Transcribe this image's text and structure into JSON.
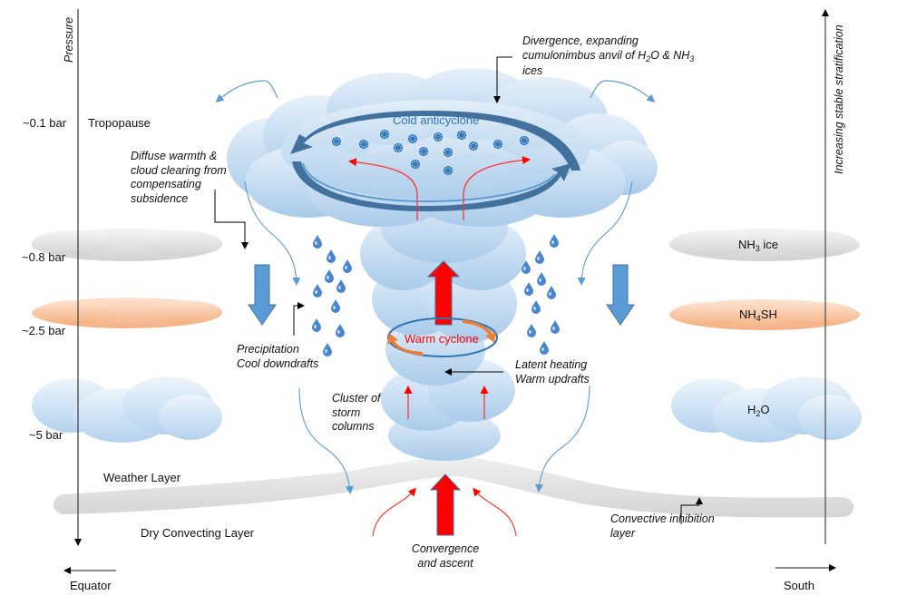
{
  "diagram": {
    "title": "Moist convection storm structure",
    "axes": {
      "left_axis_label": "Pressure",
      "right_axis_label": "Increasing stable stratification",
      "bottom_left_direction": "Equator",
      "bottom_right_direction": "South"
    },
    "pressure_levels": [
      {
        "label": "~0.1 bar",
        "name": "Tropopause"
      },
      {
        "label": "~0.8 bar"
      },
      {
        "label": "~2.5 bar"
      },
      {
        "label": "~5 bar"
      }
    ],
    "cloud_layers": [
      {
        "name": "NH3 ice",
        "text_main": "NH",
        "text_sub": "3",
        "text_tail": " ice",
        "color": "#d9d9d9"
      },
      {
        "name": "NH4SH",
        "text_main": "NH",
        "text_sub": "4",
        "text_tail": "SH",
        "color": "#f7b98f"
      },
      {
        "name": "H2O",
        "text_main": "H",
        "text_sub": "2",
        "text_tail": "O",
        "color": "#b6d3ee"
      }
    ],
    "layers": {
      "weather": "Weather Layer",
      "dry": "Dry Convecting Layer"
    },
    "features": {
      "cold_anticyclone": "Cold anticyclone",
      "warm_cyclone": "Warm cyclone"
    },
    "annotations": {
      "divergence": {
        "line1": "Divergence, expanding",
        "line2_a": "cumulonimbus anvil of H",
        "line2_sub1": "2",
        "line2_b": "O & NH",
        "line2_sub2": "3",
        "line3": "ices"
      },
      "diffuse": [
        "Diffuse warmth &",
        "cloud clearing from",
        "compensating",
        "subsidence"
      ],
      "precipitation": [
        "Precipitation",
        "Cool downdrafts"
      ],
      "latent": [
        "Latent heating",
        "Warm updrafts"
      ],
      "cluster": [
        "Cluster of",
        "storm",
        "columns"
      ],
      "convergence": [
        "Convergence",
        "and ascent"
      ],
      "inhibition": [
        "Convective inhibition",
        "layer"
      ]
    },
    "colors": {
      "cloud_blue": "#bcd6ef",
      "arrow_blue": "#5b9bd5",
      "arrow_dark_blue": "#41719c",
      "updraft_red": "#ff0000",
      "cyclone_orange": "#ed7d31",
      "anticyclone_text": "#2e75b6",
      "cyclone_text": "#ff0000"
    }
  }
}
